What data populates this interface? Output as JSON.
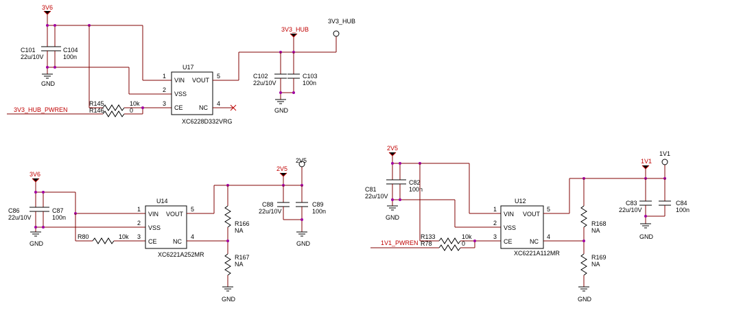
{
  "common": {
    "gnd": "GND",
    "pin_vin": "VIN",
    "pin_vss": "VSS",
    "pin_ce": "CE",
    "pin_vout": "VOUT",
    "pin_nc": "NC",
    "n1": "1",
    "n2": "2",
    "n3": "3",
    "n4": "4",
    "n5": "5"
  },
  "c1": {
    "supply_in": "3V6",
    "enable_net": "3V3_HUB_PWREN",
    "out_net": "3V3_HUB",
    "out_port": "3V3_HUB",
    "ic": {
      "ref": "U17",
      "part": "XC6228D332VRG"
    },
    "c_in_a": {
      "ref": "C101",
      "value": "22u/10V"
    },
    "c_in_b": {
      "ref": "C104",
      "value": "100n"
    },
    "c_out_a": {
      "ref": "C102",
      "value": "22u/10V"
    },
    "c_out_b": {
      "ref": "C103",
      "value": "100n"
    },
    "r_a": {
      "ref": "R145",
      "value": "10k"
    },
    "r_b": {
      "ref": "R146",
      "value": "0"
    }
  },
  "c2": {
    "supply_in": "3V6",
    "out_net": "2V5",
    "out_port": "2V5",
    "ic": {
      "ref": "U14",
      "part": "XC6221A252MR"
    },
    "c_in_a": {
      "ref": "C86",
      "value": "22u/10V"
    },
    "c_in_b": {
      "ref": "C87",
      "value": "100n"
    },
    "c_out_a": {
      "ref": "C88",
      "value": "22u/10V"
    },
    "c_out_b": {
      "ref": "C89",
      "value": "100n"
    },
    "r_a": {
      "ref": "R80",
      "value": "10k"
    },
    "r_top": {
      "ref": "R166",
      "value": "NA"
    },
    "r_bot": {
      "ref": "R167",
      "value": "NA"
    }
  },
  "c3": {
    "supply_in": "2V5",
    "enable_net": "1V1_PWREN",
    "out_net": "1V1",
    "out_port": "1V1",
    "ic": {
      "ref": "U12",
      "part": "XC6221A112MR"
    },
    "c_in_a": {
      "ref": "C81",
      "value": "22u/10V"
    },
    "c_in_b": {
      "ref": "C82",
      "value": "100n"
    },
    "c_out_a": {
      "ref": "C83",
      "value": "22u/10V"
    },
    "c_out_b": {
      "ref": "C84",
      "value": "100n"
    },
    "r_a": {
      "ref": "R133",
      "value": "10k"
    },
    "r_b": {
      "ref": "R78",
      "value": "0"
    },
    "r_top": {
      "ref": "R168",
      "value": "NA"
    },
    "r_bot": {
      "ref": "R169",
      "value": "NA"
    }
  }
}
